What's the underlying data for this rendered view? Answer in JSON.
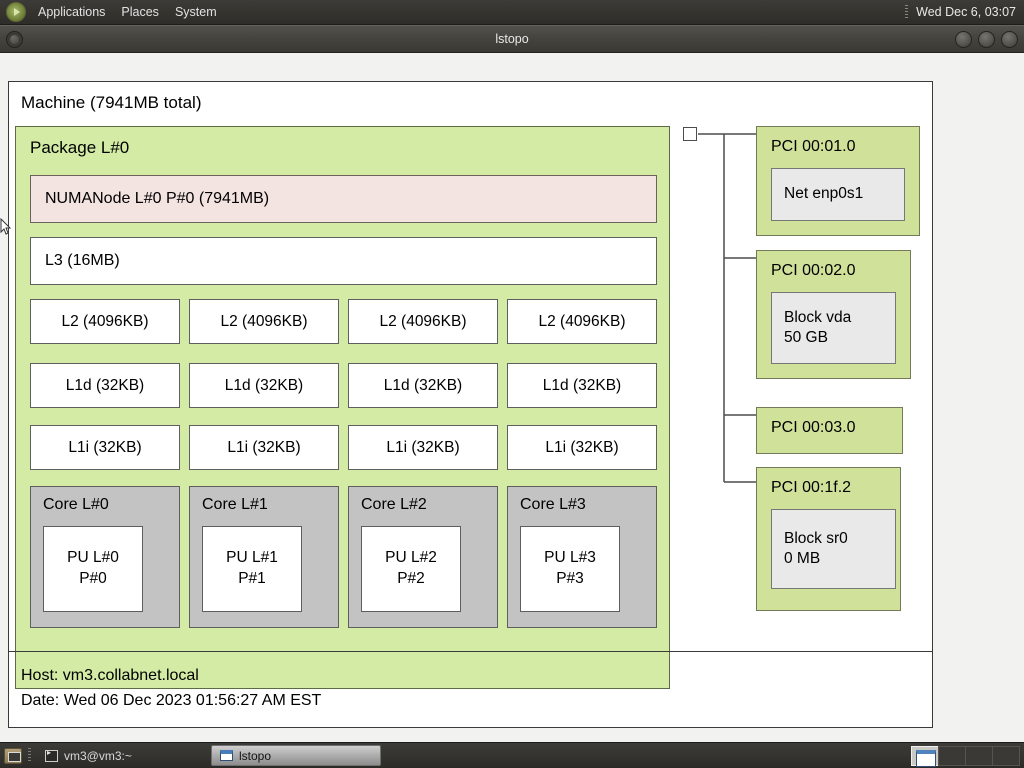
{
  "desktop": {
    "panel": {
      "logo_icon": "gnome-foot-icon",
      "menus": [
        "Applications",
        "Places",
        "System"
      ],
      "clock": "Wed Dec  6, 03:07"
    },
    "taskbar": {
      "show_desktop_label": "show-desktop",
      "tasks": [
        {
          "label": "vm3@vm3:~",
          "icon": "terminal-icon",
          "active": false
        },
        {
          "label": "lstopo",
          "icon": "window-icon",
          "active": true
        }
      ],
      "workspaces": [
        {
          "label": "Workspace 1",
          "active": true
        },
        {
          "label": "Workspace 2",
          "active": false
        },
        {
          "label": "Workspace 3",
          "active": false
        },
        {
          "label": "Workspace 4",
          "active": false
        }
      ]
    }
  },
  "window": {
    "title": "lstopo",
    "buttons": [
      "minimize",
      "maximize",
      "close"
    ]
  },
  "topology": {
    "machine_title": "Machine (7941MB total)",
    "package": {
      "title": "Package L#0",
      "numanode": "NUMANode L#0 P#0 (7941MB)",
      "l3": "L3 (16MB)",
      "l2": [
        "L2 (4096KB)",
        "L2 (4096KB)",
        "L2 (4096KB)",
        "L2 (4096KB)"
      ],
      "l1d": [
        "L1d (32KB)",
        "L1d (32KB)",
        "L1d (32KB)",
        "L1d (32KB)"
      ],
      "l1i": [
        "L1i (32KB)",
        "L1i (32KB)",
        "L1i (32KB)",
        "L1i (32KB)"
      ],
      "cores": [
        {
          "label": "Core L#0",
          "pu_line1": "PU L#0",
          "pu_line2": "P#0"
        },
        {
          "label": "Core L#1",
          "pu_line1": "PU L#1",
          "pu_line2": "P#1"
        },
        {
          "label": "Core L#2",
          "pu_line1": "PU L#2",
          "pu_line2": "P#2"
        },
        {
          "label": "Core L#3",
          "pu_line1": "PU L#3",
          "pu_line2": "P#3"
        }
      ]
    },
    "pci_devices": [
      {
        "title": "PCI 00:01.0",
        "child_line1": "Net enp0s1",
        "child_line2": ""
      },
      {
        "title": "PCI 00:02.0",
        "child_line1": "Block vda",
        "child_line2": "50 GB"
      },
      {
        "title": "PCI 00:03.0",
        "child_line1": "",
        "child_line2": ""
      },
      {
        "title": "PCI 00:1f.2",
        "child_line1": "Block sr0",
        "child_line2": "0 MB"
      }
    ],
    "footer": {
      "host": "Host: vm3.collabnet.local",
      "date": "Date: Wed 06 Dec 2023 01:56:27 AM EST"
    }
  },
  "colors": {
    "package_green": "#d3eba4",
    "numanode_pink": "#f3e3e1",
    "core_gray": "#c3c3c3",
    "pci_green": "#d0e19a",
    "pci_child_gray": "#e9e9e9",
    "panel_dark": "#35342f"
  }
}
